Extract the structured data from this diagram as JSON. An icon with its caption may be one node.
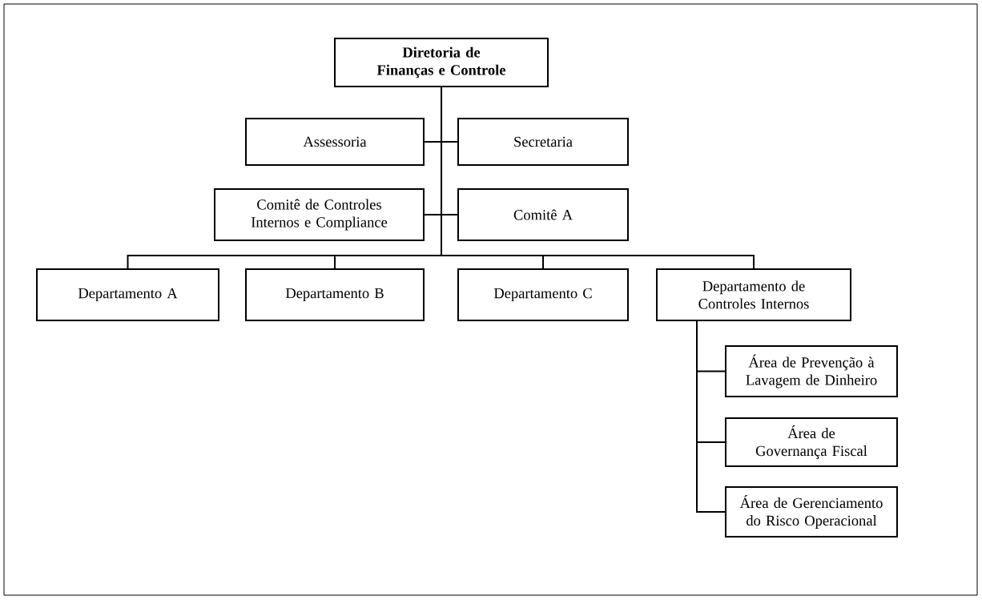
{
  "diagram": {
    "nodes": [
      {
        "text": [
          "Diretoria de Finanças e Controle"
        ]
      },
      {
        "text": [
          "Assessoria"
        ]
      },
      {
        "text": [
          "Secretaria"
        ]
      },
      {
        "text": [
          "Comitê de Controles Internos e Compliance"
        ]
      },
      {
        "text": [
          "Comitê A"
        ]
      },
      {
        "text": [
          "Departamento A"
        ]
      },
      {
        "text": [
          "Departamento B"
        ]
      },
      {
        "text": [
          "Departamento C"
        ]
      },
      {
        "text": [
          "Departamento de Controles Internos"
        ]
      },
      {
        "text": [
          "Área de Prevenção à Lavagem de Dinheiro"
        ]
      },
      {
        "text": [
          "Área de Governança Fiscal"
        ]
      },
      {
        "text": [
          "Área de Gerenciamento do Risco Operacional"
        ]
      }
    ],
    "edges": [
      {
        "from": 0,
        "to": 1,
        "arrow": "none"
      },
      {
        "from": 0,
        "to": 2,
        "arrow": "none"
      },
      {
        "from": 0,
        "to": 3,
        "arrow": "none"
      },
      {
        "from": 0,
        "to": 4,
        "arrow": "none"
      },
      {
        "from": 0,
        "to": 5,
        "arrow": "none"
      },
      {
        "from": 0,
        "to": 6,
        "arrow": "none"
      },
      {
        "from": 0,
        "to": 7,
        "arrow": "none"
      },
      {
        "from": 0,
        "to": 8,
        "arrow": "none"
      },
      {
        "from": 8,
        "to": 9,
        "arrow": "none"
      },
      {
        "from": 8,
        "to": 10,
        "arrow": "none"
      },
      {
        "from": 8,
        "to": 11,
        "arrow": "none"
      }
    ]
  }
}
